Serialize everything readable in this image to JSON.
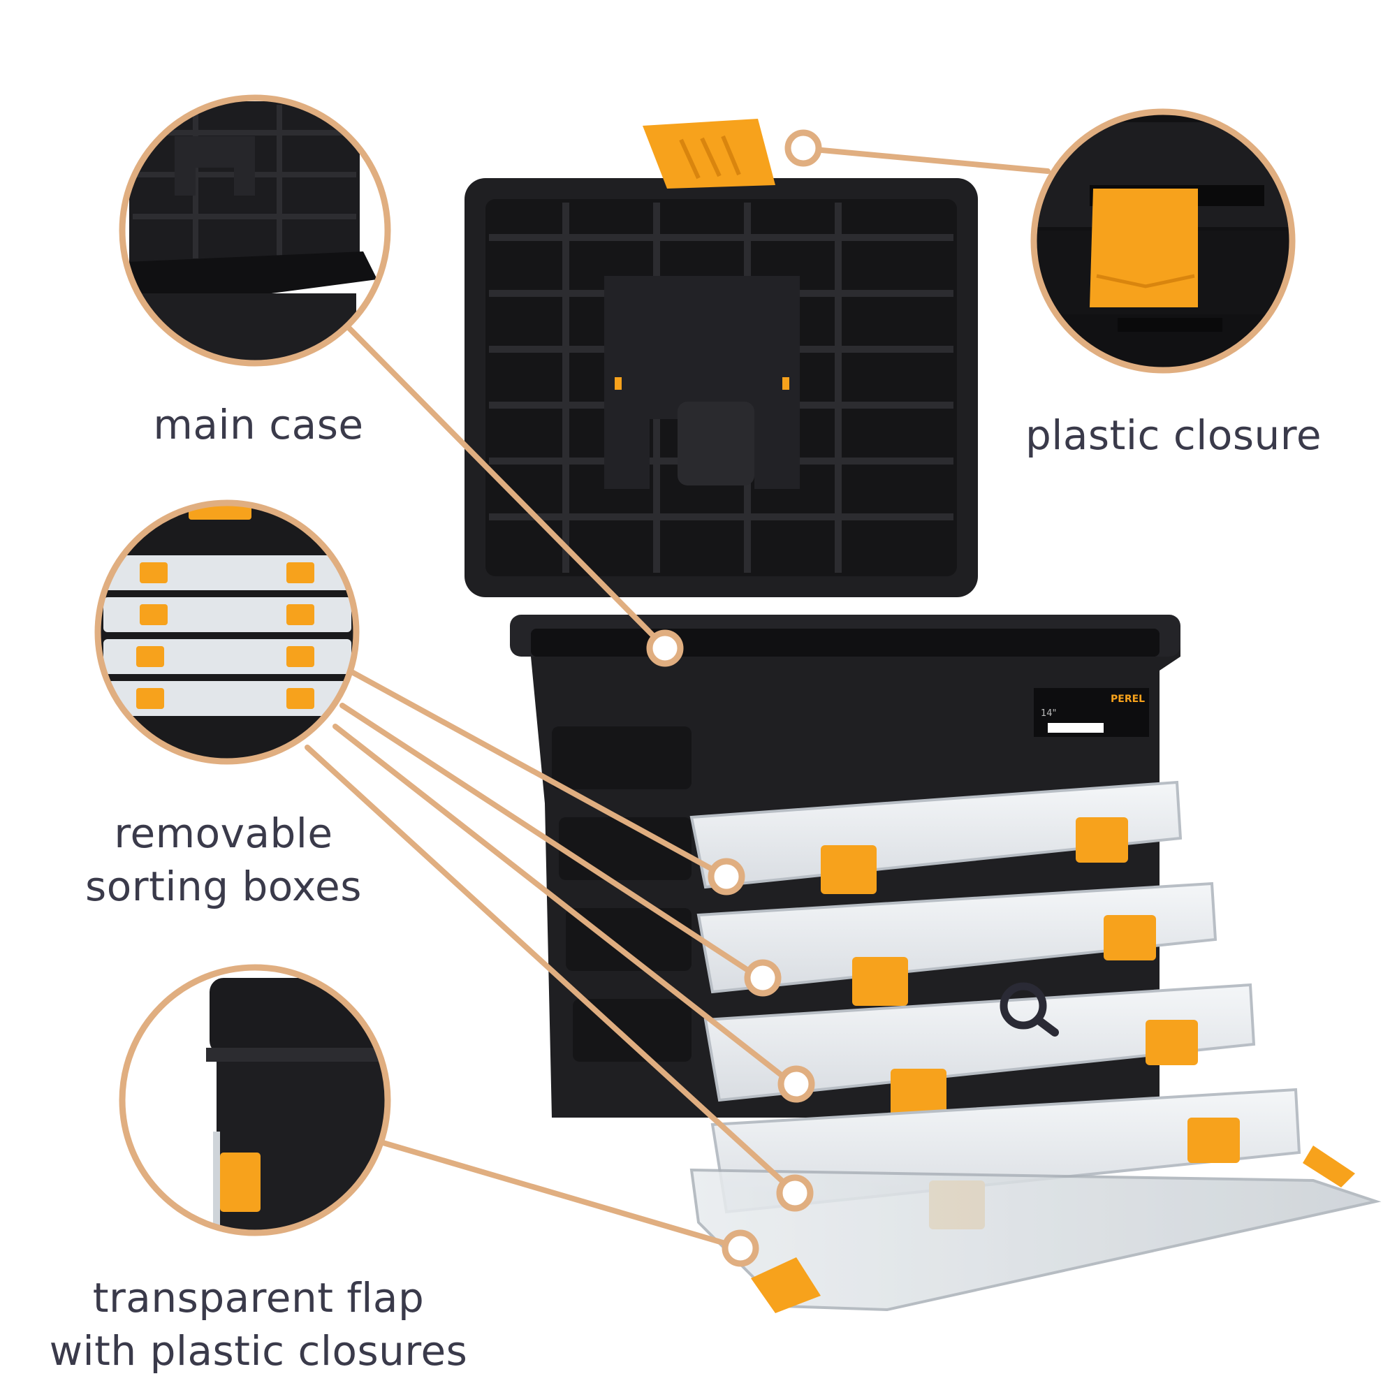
{
  "labels": {
    "main_case": "main case",
    "plastic_closure": "plastic closure",
    "sorting_boxes_line1": "removable",
    "sorting_boxes_line2": "sorting boxes",
    "flap_line1": "transparent flap",
    "flap_line2": "with plastic closures"
  },
  "product": {
    "brand": "PEREL",
    "size_badge": "14\""
  },
  "colors": {
    "accent_tan": "#e0ae80",
    "case_black": "#1e1e20",
    "closure_orange": "#f7a21c",
    "text_dark": "#3a3a4a"
  },
  "icons": {
    "zoom": "magnifier-icon"
  }
}
